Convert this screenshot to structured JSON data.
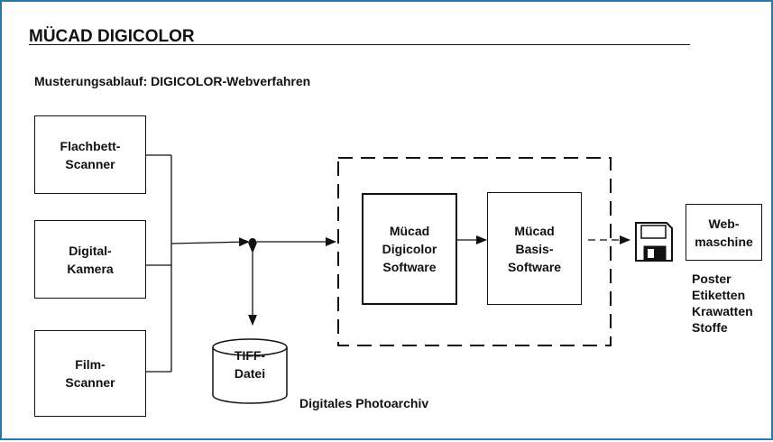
{
  "title": "MÜCAD DIGICOLOR",
  "subtitle": "Musterungsablauf: DIGICOLOR-Webverfahren",
  "inputs": [
    {
      "label": "Flachbett-\nScanner"
    },
    {
      "label": "Digital-\nKamera"
    },
    {
      "label": "Film-\nScanner"
    }
  ],
  "archive": {
    "label": "TIFF-\nDatei",
    "caption": "Digitales Photoarchiv"
  },
  "software": [
    {
      "label": "Mücad\nDigicolor\nSoftware"
    },
    {
      "label": "Mücad\nBasis-\nSoftware"
    }
  ],
  "output_device": {
    "label": "Web-\nmaschine"
  },
  "products": [
    "Poster",
    "Etiketten",
    "Krawatten",
    "Stoffe"
  ],
  "colors": {
    "frame": "#2a78a8",
    "ink": "#111111"
  },
  "icons": [
    "floppy-disk-icon"
  ]
}
